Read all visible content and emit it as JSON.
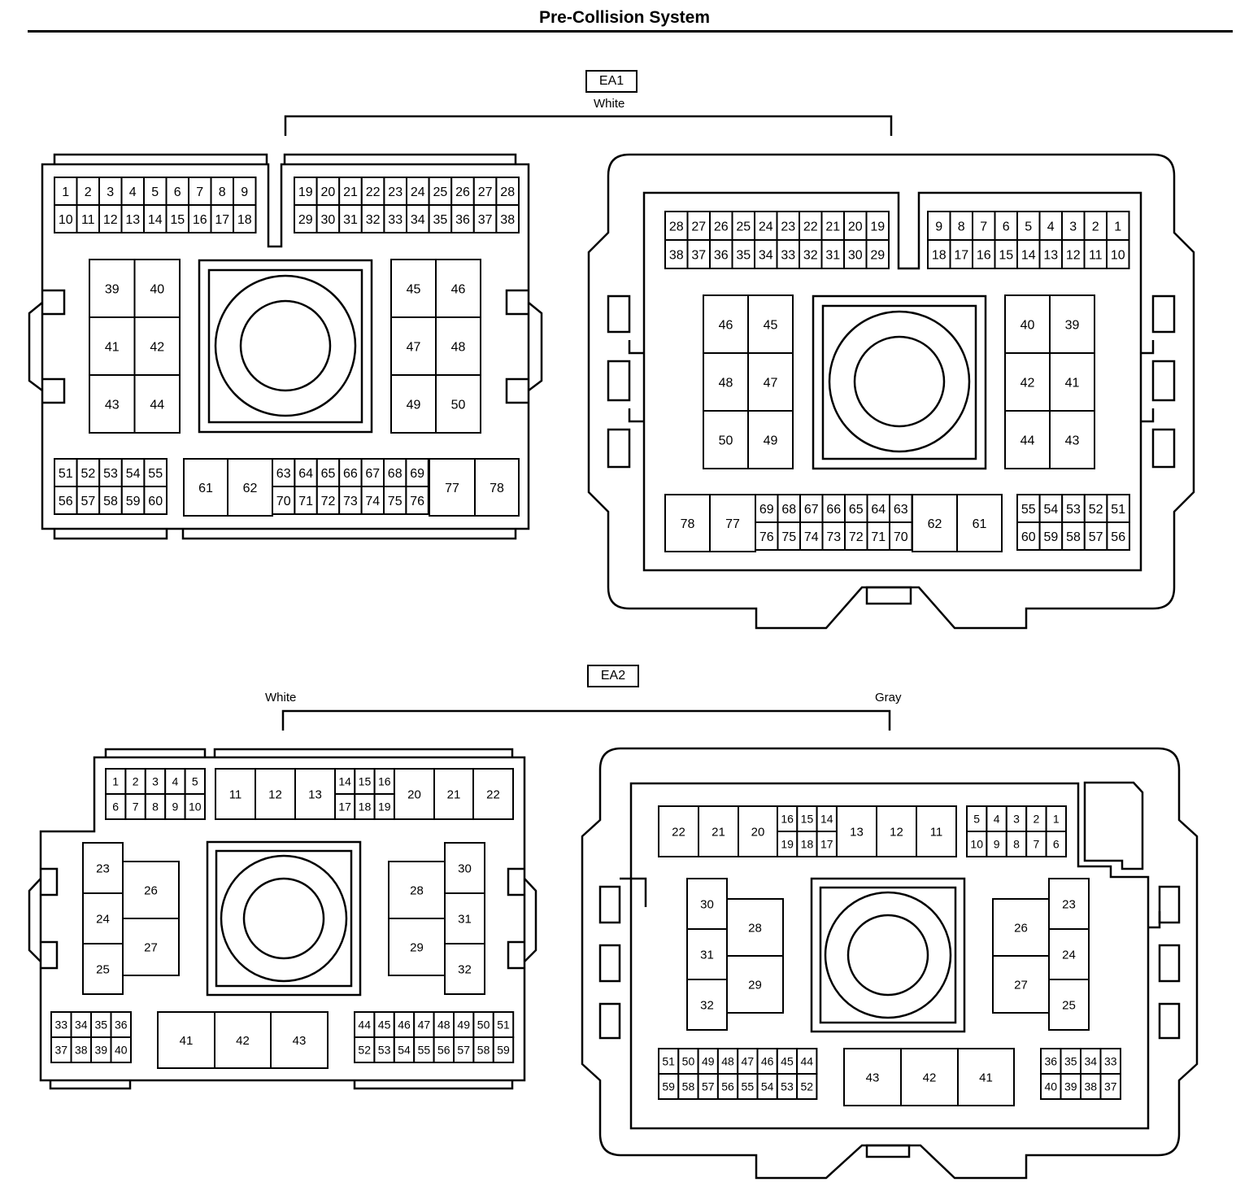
{
  "title": "Pre-Collision System",
  "connectors": [
    {
      "id": "EA1",
      "colors": [
        {
          "name": "White"
        }
      ]
    },
    {
      "id": "EA2",
      "colors": [
        {
          "name": "White"
        },
        {
          "name": "Gray"
        }
      ]
    }
  ]
}
